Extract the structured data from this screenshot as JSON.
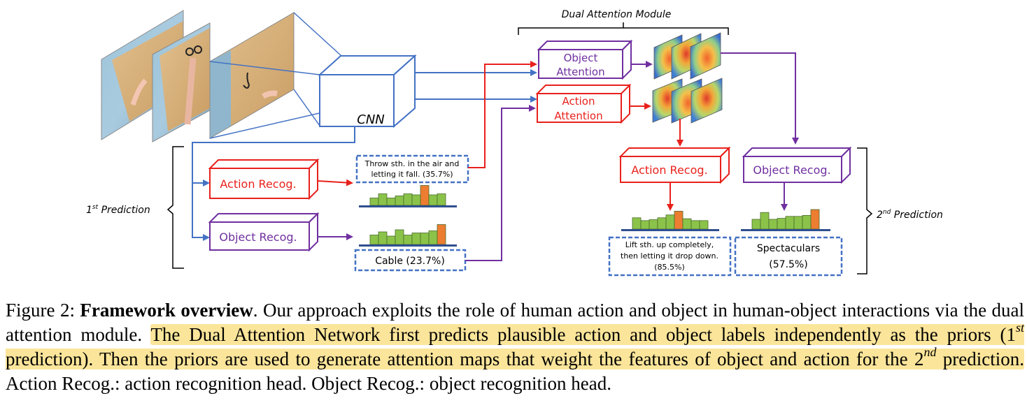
{
  "figure": {
    "dual_attention_label": "Dual Attention Module",
    "cnn_label": "CNN",
    "object_attention_label": "Object Attention",
    "action_attention_label": "Action Attention",
    "first_prediction": {
      "num": "1",
      "sup": "st",
      "text": " Prediction",
      "action_recog_label": "Action Recog.",
      "object_recog_label": "Object Recog.",
      "action_prediction_line1": "Throw sth. in the air and",
      "action_prediction_line2": "letting it fall. (35.7%)",
      "object_prediction": "Cable (23.7%)"
    },
    "second_prediction": {
      "num": "2",
      "sup": "nd",
      "text": " Prediction",
      "action_recog_label": "Action Recog.",
      "object_recog_label": "Object Recog.",
      "action_prediction_line1": "Lift sth. up completely,",
      "action_prediction_line2": "then letting it drop down.",
      "action_prediction_line3": "(85.5%)",
      "object_prediction_line1": "Spectaculars",
      "object_prediction_line2": "(57.5%)"
    },
    "colors": {
      "action": "#e8211c",
      "object": "#7030a0",
      "blue": "#4472c4",
      "bar_green": "#8bc34a",
      "bar_orange": "#ed7d31"
    },
    "histograms": {
      "first_action_bars": [
        0.35,
        0.55,
        0.35,
        0.45,
        0.55,
        0.5,
        0.95,
        0.5,
        0.55
      ],
      "first_action_highlight_index": 6,
      "first_object_bars": [
        0.45,
        0.6,
        0.4,
        0.7,
        0.45,
        0.55,
        0.55,
        0.65,
        0.95
      ],
      "first_object_highlight_index": 8,
      "second_action_bars": [
        0.6,
        0.45,
        0.5,
        0.6,
        0.75,
        0.95,
        0.55,
        0.45,
        0.45
      ],
      "second_action_highlight_index": 5,
      "second_object_bars": [
        0.5,
        0.85,
        0.5,
        0.55,
        0.65,
        0.65,
        0.7,
        1.0
      ],
      "second_object_highlight_index": 7
    }
  },
  "caption": {
    "prefix": "Figure 2: ",
    "title": "Framework overview",
    "sentence1": ". Our approach exploits the role of human action and object in human-object interactions via the dual attention module. ",
    "hl_part1": "The Dual Attention Network first predicts plausible action and object labels independently as the priors (1",
    "hl_sup1": "st",
    "hl_part2": " prediction). Then the priors are used to generate attention maps that weight the features of object and action for the 2",
    "hl_sup2": "nd",
    "hl_part3": " prediction.",
    "sentence3": " Action Recog.: action recognition head. Object Recog.: object recognition head."
  }
}
